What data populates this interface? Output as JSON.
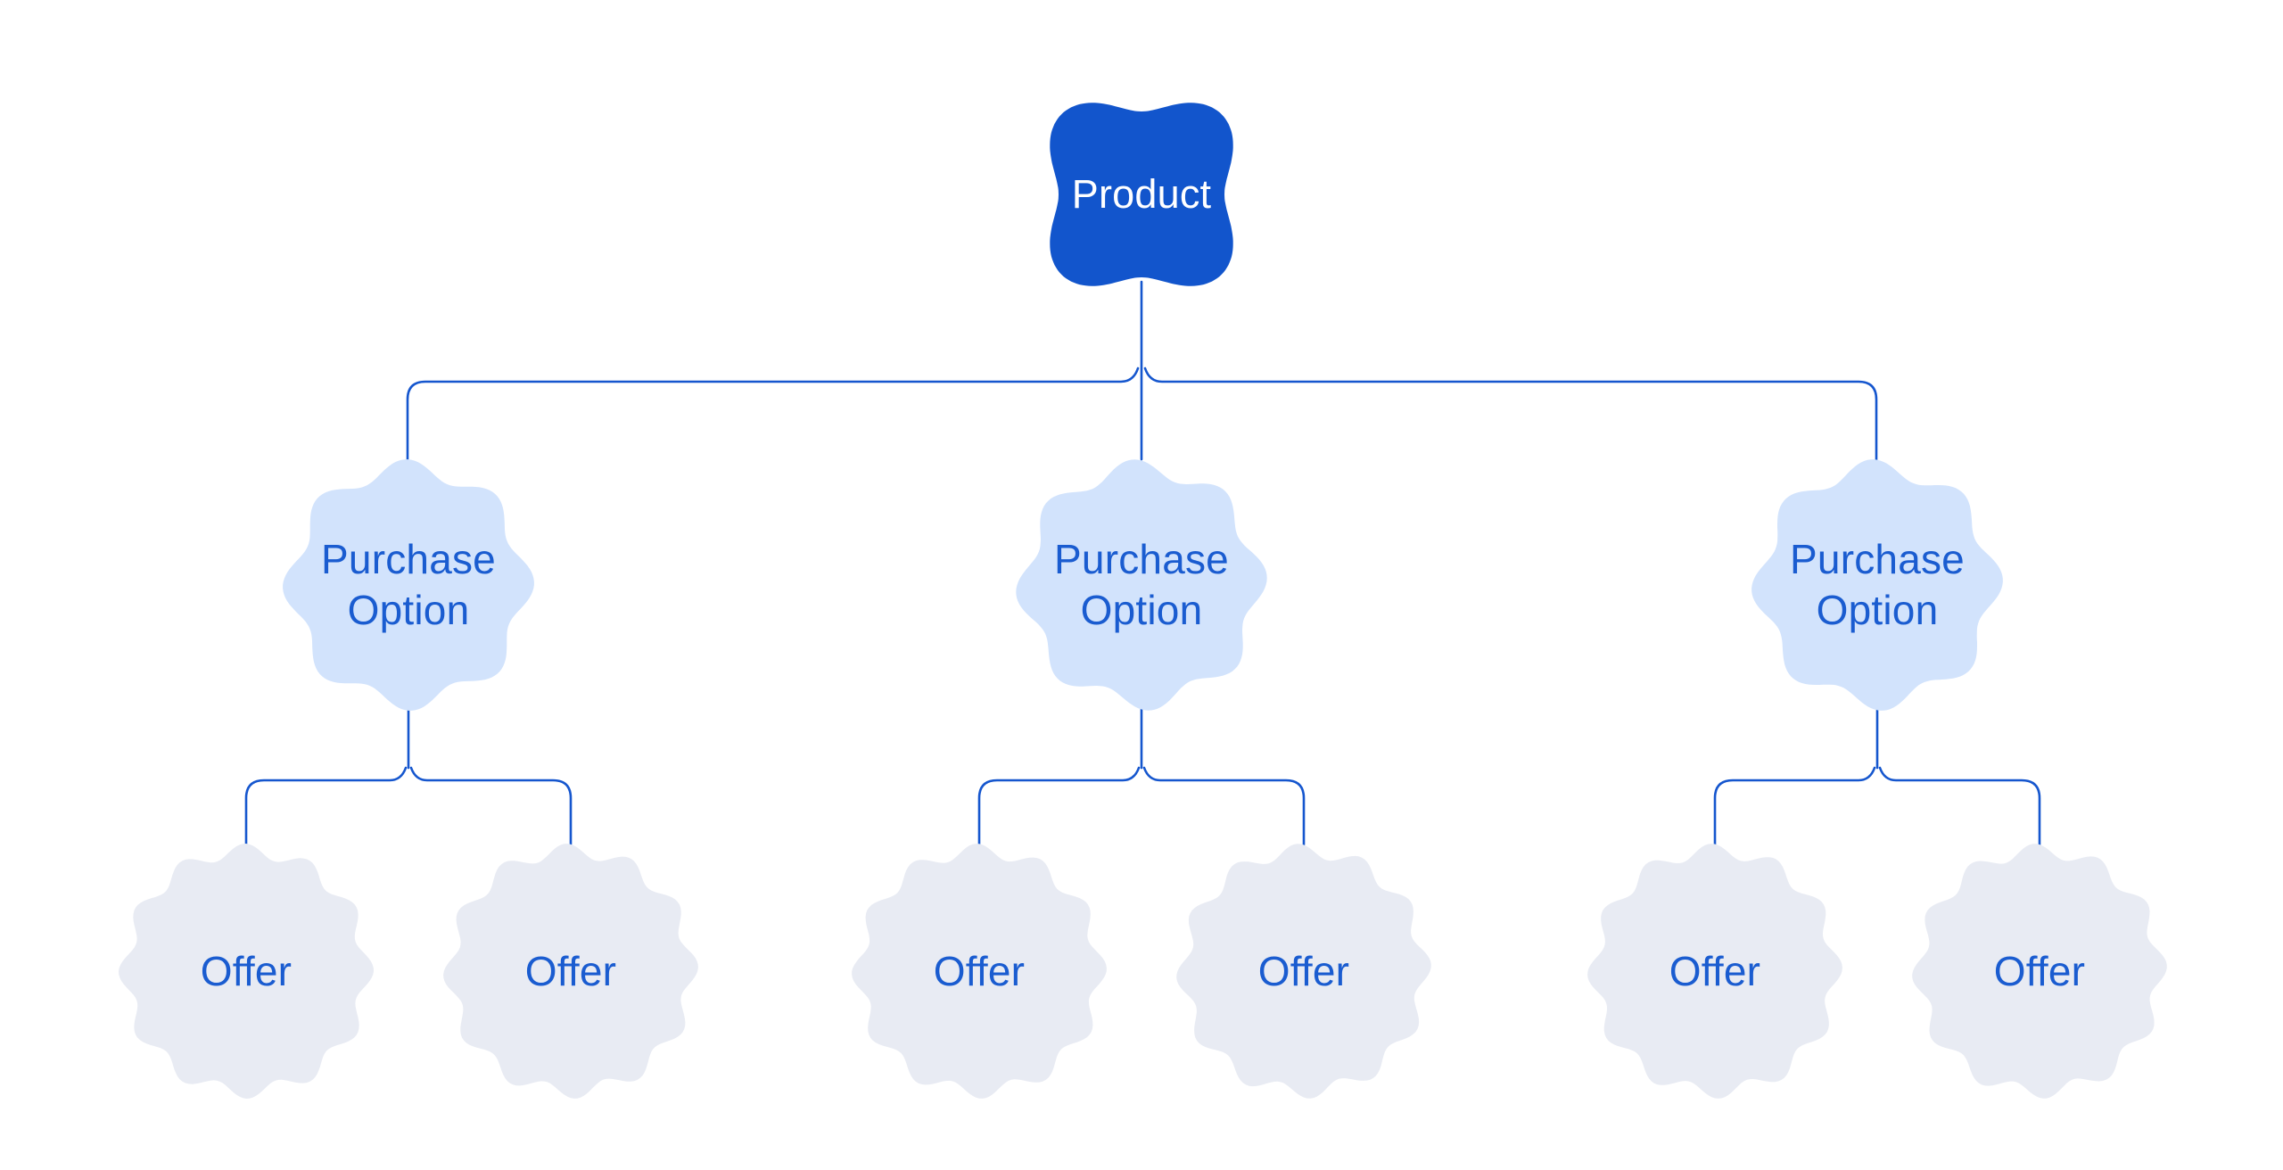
{
  "diagram": {
    "background_color": "#ffffff",
    "connector_color": "#1556CE",
    "product": {
      "label": "Product",
      "fill_color": "#1255CC",
      "text_color": "#ffffff"
    },
    "purchase_option_fill_color": "#D2E3FC",
    "purchase_option_text_color": "#1A5CD0",
    "offer_fill_color": "#E8EBF3",
    "offer_text_color": "#1A5CD0",
    "purchase_options": [
      {
        "label": "Purchase Option",
        "offers": [
          {
            "label": "Offer"
          },
          {
            "label": "Offer"
          }
        ]
      },
      {
        "label": "Purchase Option",
        "offers": [
          {
            "label": "Offer"
          },
          {
            "label": "Offer"
          }
        ]
      },
      {
        "label": "Purchase Option",
        "offers": [
          {
            "label": "Offer"
          },
          {
            "label": "Offer"
          }
        ]
      }
    ]
  }
}
